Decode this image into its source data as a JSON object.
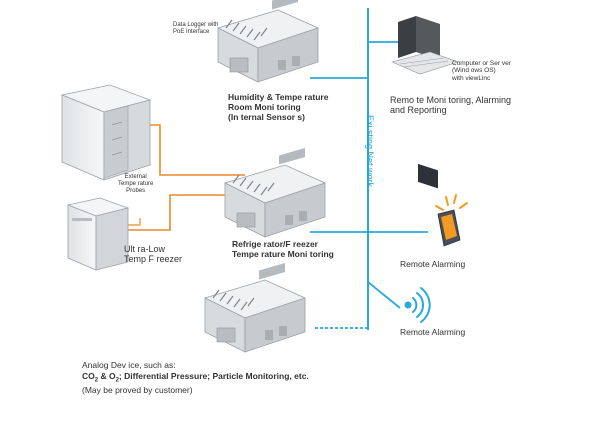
{
  "labels": {
    "data_logger": "Data Logger with\nPoE Interface",
    "humidity_line1": "Humidity &    Tempe rature",
    "humidity_line2": "Room Moni    toring",
    "humidity_line3": "(In ternal Sensor     s)",
    "external_probes_line1": "External",
    "external_probes_line2": "Tempe rature",
    "external_probes_line3": "Probes",
    "freezer_line1": "Ult ra-Low",
    "freezer_line2": "Temp F reezer",
    "refrig_line1": "Refrige rator/F reezer",
    "refrig_line2": "Tempe rature Moni toring",
    "network": "Exi sting Net    work",
    "computer_line1": "Computer or Ser    ver",
    "computer_line2": "(Wind ows OS)",
    "computer_line3": "with viewLinc",
    "remote_monitoring_line1": "Remo te Moni toring, Alarming",
    "remote_monitoring_line2": "and  Reporting",
    "remote_alarming_1": "Remote Alarming",
    "remote_alarming_2": "Remote Alarming",
    "analog_line1": "Analog Dev ice, such as:",
    "analog_line2_a": "CO",
    "analog_line2_sub1": "2",
    "analog_line2_b": " & O",
    "analog_line2_sub2": "2",
    "analog_line2_c": "; Differential Pressure; Particle Monitoring, etc.",
    "analog_line3": "(May be proved  by customer)"
  },
  "colors": {
    "network_line": "#29a8dc",
    "probe_line": "#e98a2c",
    "device_body": "#e9eaec",
    "device_shade": "#c9ccd1",
    "cabinet": "#eef0f2",
    "alarm_orange": "#f29a24"
  },
  "icons": [
    "data-logger-icon",
    "freezer-cabinet-icon",
    "computer-icon",
    "phone-alarm-icon",
    "wireless-signal-icon"
  ]
}
